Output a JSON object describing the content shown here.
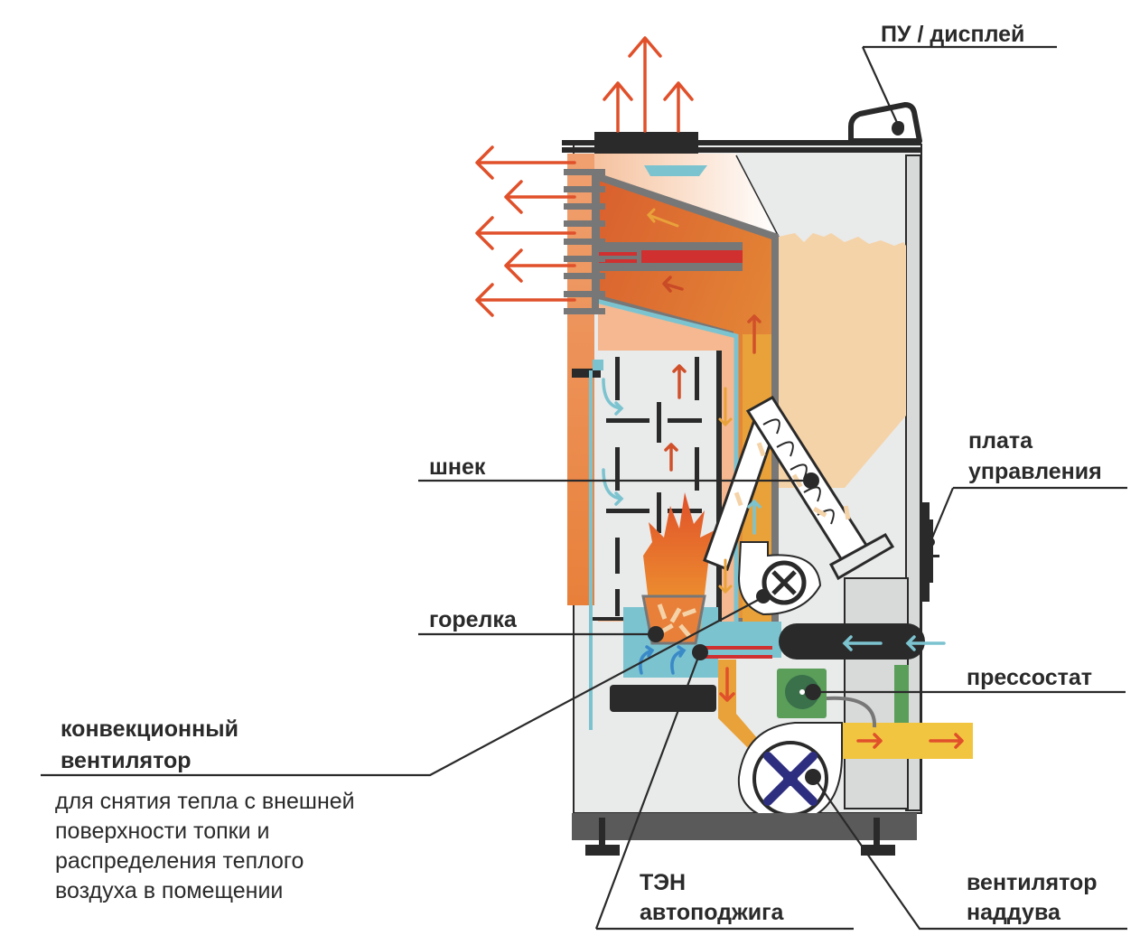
{
  "diagram": {
    "subject": "pellet boiler cross-section",
    "labels": {
      "control_panel": "ПУ / дисплей",
      "control_board": [
        "плата",
        "управления"
      ],
      "auger": "шнек",
      "burner": "горелка",
      "pressure_switch": "прессостат",
      "convection_fan": [
        "конвекционный",
        "вентилятор"
      ],
      "convection_fan_desc": [
        "для снятия тепла с внешней",
        "поверхности топки и",
        "распределения теплого",
        "воздуха в помещении"
      ],
      "ignition_heater": [
        "ТЭН",
        "автоподжига"
      ],
      "blower_fan": [
        "вентилятор",
        "наддува"
      ]
    },
    "colors": {
      "hot_air": "#e0502a",
      "cold_air": "#7cc3d0",
      "flue": "#e9a23a",
      "casing": "#2a2a2a",
      "pellets": "#f5d3a8",
      "firebox": "#e06a30",
      "pressure_switch": "#5a9e5a",
      "blower_blade": "#2e2e80",
      "exhaust_duct": "#f2c540"
    }
  }
}
